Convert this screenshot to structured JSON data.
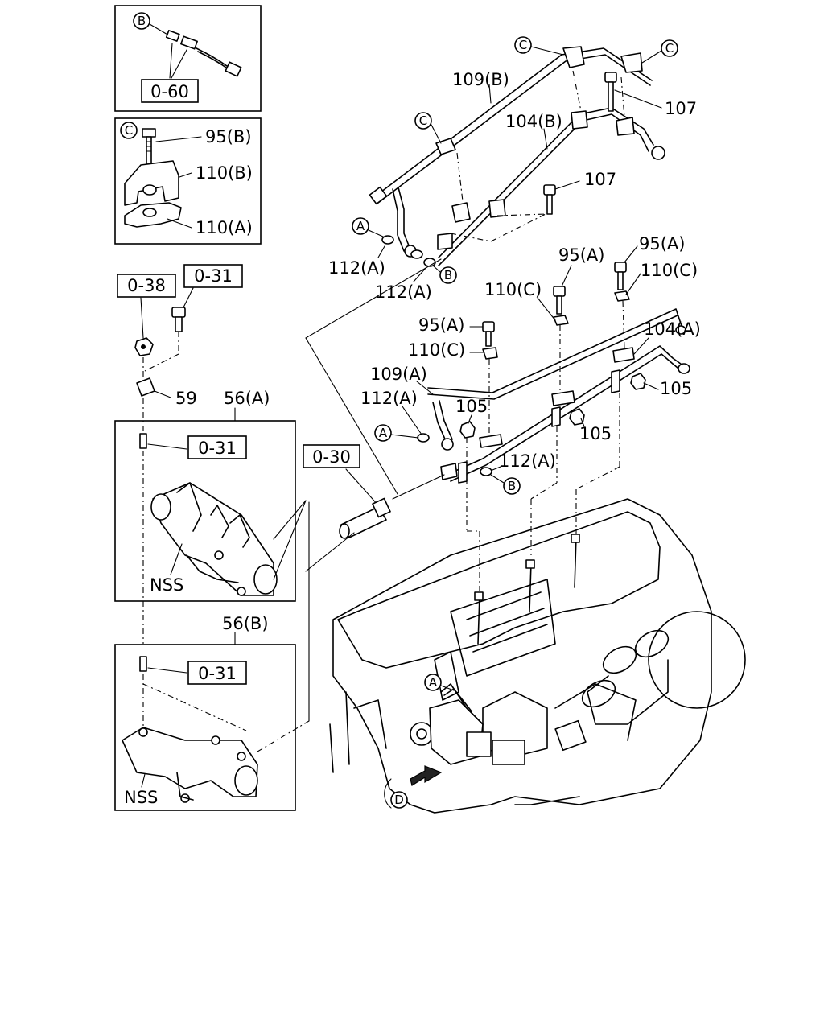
{
  "figure": {
    "callouts": {
      "p109B": "109(B)",
      "p104B": "104(B)",
      "p107a": "107",
      "p107b": "107",
      "p95Btop": "95(B)",
      "p110B": "110(B)",
      "p110A": "110(A)",
      "p112Aa": "112(A)",
      "p112Ab": "112(A)",
      "p112Ac": "112(A)",
      "p112Ad": "112(A)",
      "p95Aa": "95(A)",
      "p95Ab": "95(A)",
      "p95Ac": "95(A)",
      "p110Ca": "110(C)",
      "p110Cb": "110(C)",
      "p110Cc": "110(C)",
      "p104A": "104(A)",
      "p109A": "109(A)",
      "p105a": "105",
      "p105b": "105",
      "p105c": "105",
      "p59": "59",
      "p56A": "56(A)",
      "p56B": "56(B)",
      "nssA": "NSS",
      "nssB": "NSS"
    },
    "refs": {
      "r060": "0-60",
      "r038": "0-38",
      "r031a": "0-31",
      "r031b": "0-31",
      "r031c": "0-31",
      "r030": "0-30"
    },
    "circles": {
      "cB1": "B",
      "cC1": "C",
      "cCtop1": "C",
      "cCtop2": "C",
      "cCmid": "C",
      "cA1": "A",
      "cB2": "B",
      "cA2": "A",
      "cB3": "B",
      "cA3": "A",
      "cD": "D"
    }
  }
}
